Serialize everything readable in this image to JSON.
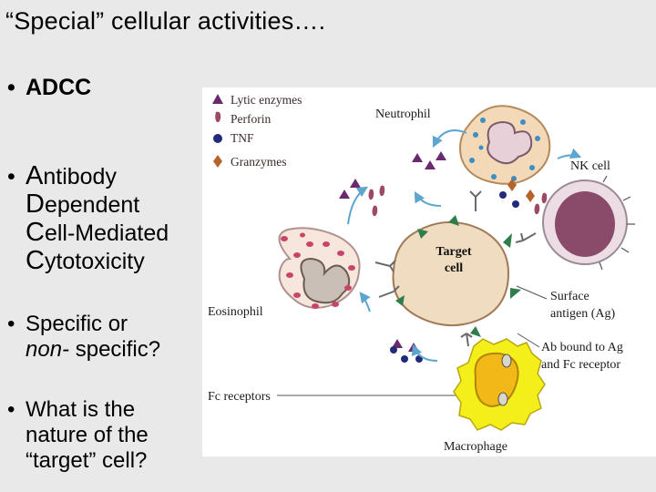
{
  "slide": {
    "title": "“Special” cellular activities….",
    "bullets": {
      "adcc": "ADCC",
      "antibody": {
        "initial": "A",
        "rest": "ntibody"
      },
      "dependent": {
        "initial": "D",
        "rest": "ependent"
      },
      "cell_mediated": {
        "initial": "C",
        "rest": "ell-Mediated"
      },
      "cytotoxicity": {
        "initial": "C",
        "rest": "ytotoxicity"
      },
      "specific_line1": "Specific or",
      "specific_line2_italic": "non-",
      "specific_line2_rest": " specific?",
      "nature_line1": "What is the",
      "nature_line2": "nature of the",
      "nature_line3": "“target” cell?"
    },
    "bullet_glyph": "•"
  },
  "figure": {
    "legend": {
      "items": [
        {
          "label": "Lytic enzymes",
          "shape": "triangle",
          "color": "#6b2a6e"
        },
        {
          "label": "Perforin",
          "shape": "comma",
          "color": "#9c4a62"
        },
        {
          "label": "TNF",
          "shape": "circle",
          "color": "#242a7a"
        },
        {
          "label": "Granzymes",
          "shape": "diamond",
          "color": "#b5652b"
        }
      ]
    },
    "labels": {
      "neutrophil": "Neutrophil",
      "nk_cell": "NK cell",
      "target_cell_1": "Target",
      "target_cell_2": "cell",
      "eosinophil": "Eosinophil",
      "surface_antigen_1": "Surface",
      "surface_antigen_2": "antigen (Ag)",
      "ab_bound_1": "Ab bound to Ag",
      "ab_bound_2": "and Fc receptor",
      "fc_receptors": "Fc receptors",
      "macrophage": "Macrophage"
    },
    "colors": {
      "neutrophil": "#f3d9b8",
      "nk_cell": "#ecdde5",
      "nk_nucleus": "#8a4a6a",
      "target": "#f0dcc0",
      "eosinophil": "#f6e6dc",
      "eos_granule": "#c8456a",
      "macrophage": "#f4ee1a",
      "macrophage_nucleus": "#f2b818",
      "antigen": "#2f7d4a",
      "arrow": "#5ea6cf"
    }
  }
}
